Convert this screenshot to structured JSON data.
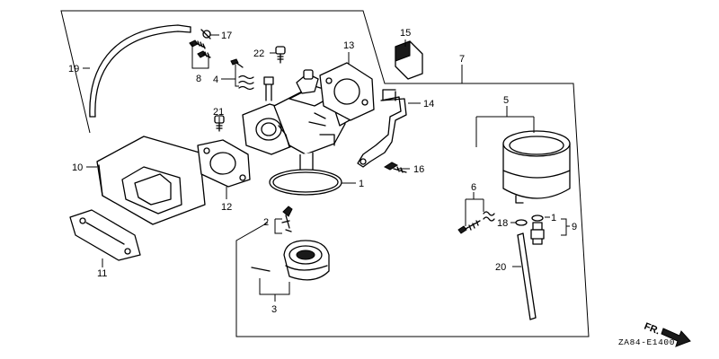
{
  "diagram": {
    "code": "ZA84-E1400",
    "direction_label": "FR.",
    "callouts": {
      "c1": "1",
      "c1b": "1",
      "c2": "2",
      "c3": "3",
      "c4": "4",
      "c5": "5",
      "c6": "6",
      "c7": "7",
      "c8": "8",
      "c9": "9",
      "c10": "10",
      "c11": "11",
      "c12": "12",
      "c13": "13",
      "c14": "14",
      "c15": "15",
      "c16": "16",
      "c17": "17",
      "c18": "18",
      "c19": "19",
      "c20": "20",
      "c21": "21",
      "c22": "22"
    }
  }
}
